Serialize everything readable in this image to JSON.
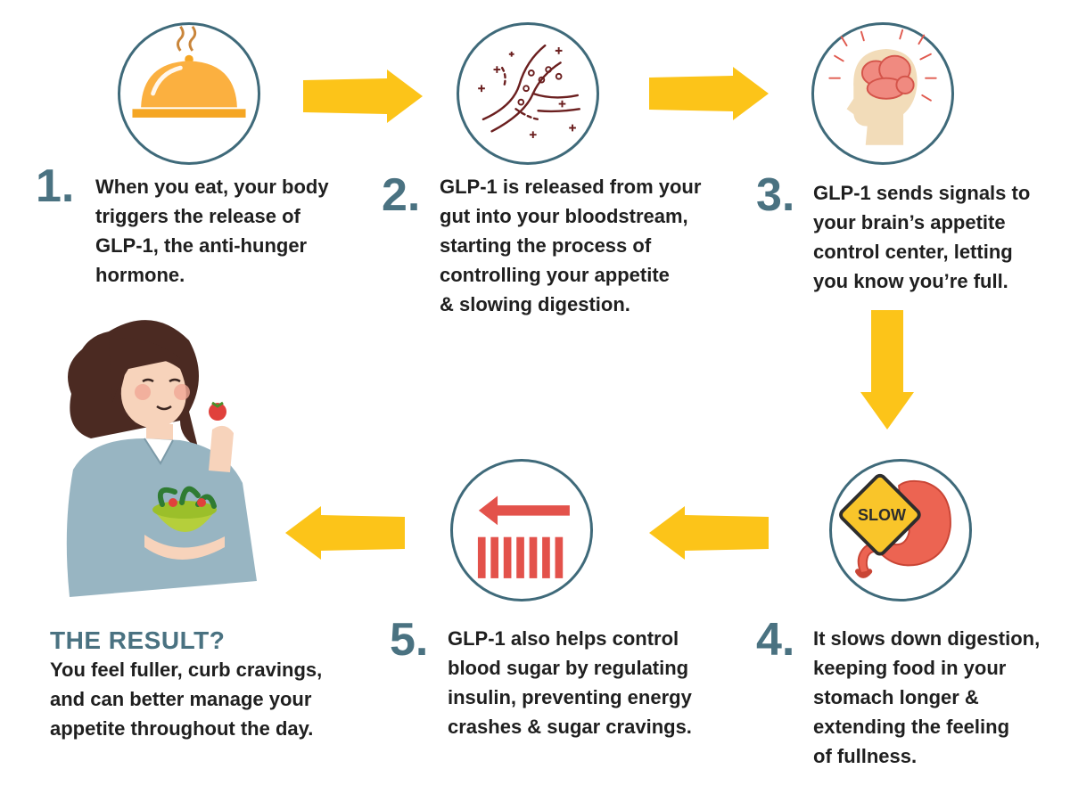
{
  "colors": {
    "accent_teal": "#4a7281",
    "circle_border": "#3f6a7a",
    "arrow_yellow": "#fcc419",
    "text": "#1f1f1f"
  },
  "steps": [
    {
      "number": "1.",
      "icon": "food-cloche-icon",
      "text": "When you eat, your body\ntriggers the release of\nGLP-1, the anti-hunger\nhormone."
    },
    {
      "number": "2.",
      "icon": "gut-bloodstream-icon",
      "text": "GLP-1 is released from your\ngut into your bloodstream,\nstarting the process of\ncontrolling your appetite\n& slowing digestion."
    },
    {
      "number": "3.",
      "icon": "brain-signal-icon",
      "text": "GLP-1 sends signals to\nyour brain’s appetite\ncontrol center, letting\nyou know you’re full."
    },
    {
      "number": "4.",
      "icon": "slow-stomach-icon",
      "sign_label": "SLOW",
      "text": "It slows down digestion,\nkeeping food in your\nstomach longer &\nextending the feeling\nof fullness."
    },
    {
      "number": "5.",
      "icon": "blood-sugar-control-icon",
      "text": "GLP-1 also helps control\nblood sugar by regulating\ninsulin, preventing energy\ncrashes & sugar cravings."
    }
  ],
  "result": {
    "title": "THE RESULT?",
    "text": "You feel fuller, curb cravings,\nand can better manage your\nappetite throughout the day."
  }
}
